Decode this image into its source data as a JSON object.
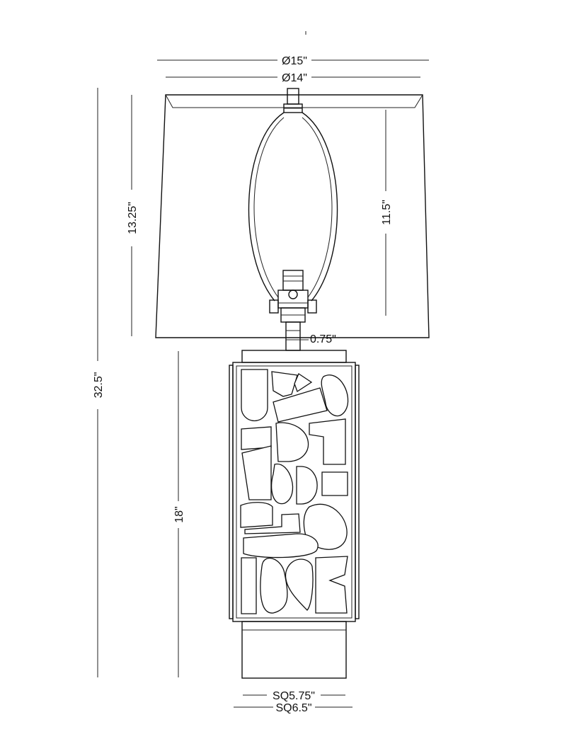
{
  "dimensions": {
    "shade_top_outer": "Ø15\"",
    "shade_top_inner": "Ø14\"",
    "shade_height": "13.25\"",
    "harp_height": "11.5\"",
    "total_height": "32.5\"",
    "neck_gap": "0.75\"",
    "body_height": "18\"",
    "base_inner": "SQ5.75\"",
    "base_outer": "SQ6.5\""
  },
  "colors": {
    "line": "#111111",
    "background": "#ffffff"
  }
}
